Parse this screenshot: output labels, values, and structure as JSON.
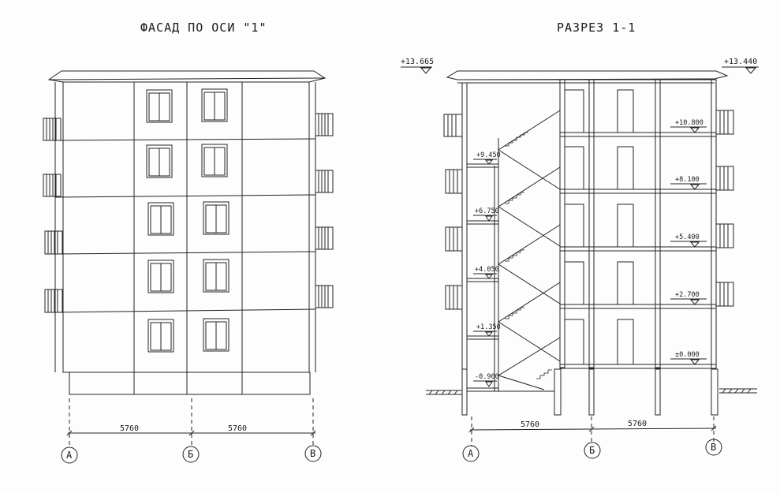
{
  "titles": {
    "facade": "ФАСАД ПО ОСИ \"1\"",
    "section": "РАЗРЕЗ 1-1"
  },
  "facade": {
    "dims": [
      "5760",
      "5760"
    ],
    "axes": [
      "А",
      "Б",
      "В"
    ]
  },
  "section": {
    "top_left_level": "+13.665",
    "top_right_level": "+13.440",
    "floor_levels": [
      "+10.800",
      "+8.100",
      "+5.400",
      "+2.700",
      "±0.000"
    ],
    "stair_levels": [
      "+9.450",
      "+6.750",
      "+4.050",
      "+1.350",
      "-0.900"
    ],
    "dims": [
      "5760",
      "5760"
    ],
    "axes": [
      "А",
      "Б",
      "В"
    ]
  }
}
